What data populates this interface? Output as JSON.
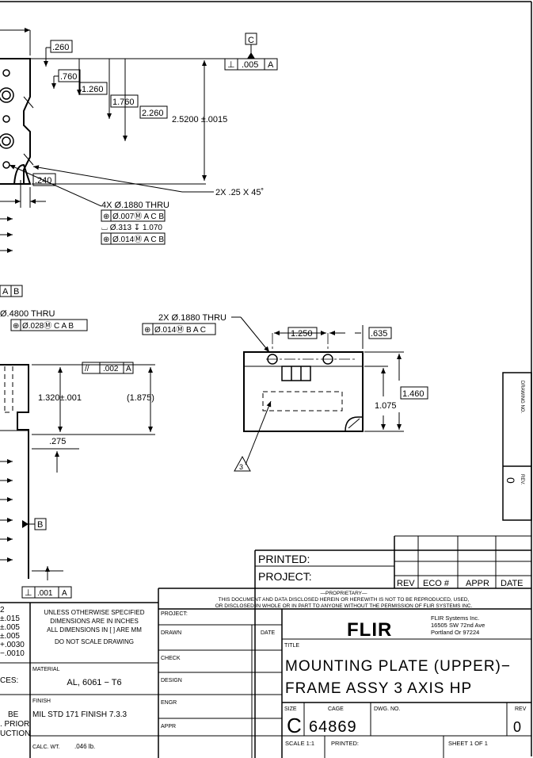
{
  "dims": {
    "d260": ".260",
    "d760": ".760",
    "d1260": "1.260",
    "d1760": "1.760",
    "d2260": "2.260",
    "d25200": "2.5200 ±.0015",
    "d240": ".240",
    "chamfer": "2X .25 X 45˚",
    "d1320": "1.320±.001",
    "d1875": "(1.875)",
    "d275": ".275",
    "d1250": "1.250",
    "d635": ".635",
    "d1075": "1.075",
    "d1460": "1.460"
  },
  "datums": {
    "c": "C",
    "b": "B",
    "ab_left": "A",
    "ab_right": "B"
  },
  "fcf": {
    "perp_top": {
      "sym": "⊥",
      "tol": ".005",
      "ref": "A"
    },
    "parallel": {
      "sym": "//",
      "tol": ".002",
      "ref": "A"
    },
    "perp_bottom": {
      "sym": "⊥",
      "tol": ".001",
      "ref": "A"
    }
  },
  "notes": {
    "holes4x_title": "4X Ø.1880 THRU",
    "holes4x_pos1": "Ø.007Ⓜ A C B",
    "holes4x_cbore": "⌴ Ø.313 ↧ 1.070",
    "holes4x_pos2": "Ø.014Ⓜ A C B",
    "hole_small_title": "Ø.4800 THRU",
    "hole_small_fcf": "Ø.028Ⓜ C A B",
    "holes2x_title": "2X Ø.1880 THRU",
    "holes2x_fcf": "Ø.014Ⓜ B A C",
    "flag_note": "3"
  },
  "sidebox": {
    "drawing_no_label": "DRAWING NO.",
    "rev_label": "REV.",
    "rev_value": "0"
  },
  "revision": {
    "printed_label": "PRINTED:",
    "project_label": "PROJECT:",
    "headers": [
      "REV",
      "ECO #",
      "APPR",
      "DATE"
    ]
  },
  "proprietary": {
    "heading": "—PROPRIETARY—",
    "line1": "THIS DOCUMENT AND DATA DISCLOSED HEREIN OR HEREWITH IS NOT TO BE REPRODUCED, USED,",
    "line2": "OR DISCLOSED IN WHOLE OR IN PART TO ANYONE WITHOUT THE PERMISSION OF FLIR SYSTEMS INC."
  },
  "tolerances": {
    "vals": [
      "2",
      "±.015",
      "±.005",
      "±.005",
      "+.0030",
      "−.0010"
    ],
    "ces": "CES:",
    "be_lines": [
      "BE",
      ". PRIOR",
      "UCTION"
    ]
  },
  "spec": {
    "line1": "UNLESS OTHERWISE SPECIFIED",
    "line2": "DIMENSIONS ARE IN INCHES",
    "line3": "ALL DIMENSIONS IN [ ] ARE MM",
    "line4": "DO NOT SCALE DRAWING",
    "material_label": "MATERIAL",
    "material_value": "AL, 6061 − T6",
    "finish_label": "FINISH",
    "finish_value": "MIL STD 171 FINISH 7.3.3",
    "calc_label": "CALC. WT.",
    "calc_value": ".046 lb."
  },
  "signoff": {
    "project": "PROJECT:",
    "drawn": "DRAWN",
    "date": "DATE",
    "check": "CHECK",
    "design": "DESIGN",
    "engr": "ENGR",
    "appr": "APPR"
  },
  "company": {
    "logo": "FLIR",
    "name": "FLIR Systems Inc.",
    "address1": "16505 SW 72nd Ave",
    "address2": "Portland Or 97224"
  },
  "title_block": {
    "title_label": "TITLE",
    "title1": "MOUNTING PLATE (UPPER)−",
    "title2": "FRAME ASSY 3 AXIS HP",
    "size_label": "SIZE",
    "size": "C",
    "cage_label": "CAGE",
    "cage": "64869",
    "dwg_label": "DWG. NO.",
    "rev_label": "REV",
    "rev": "0",
    "scale": "SCALE 1:1",
    "printed": "PRINTED:",
    "sheet": "SHEET 1 OF 1"
  }
}
